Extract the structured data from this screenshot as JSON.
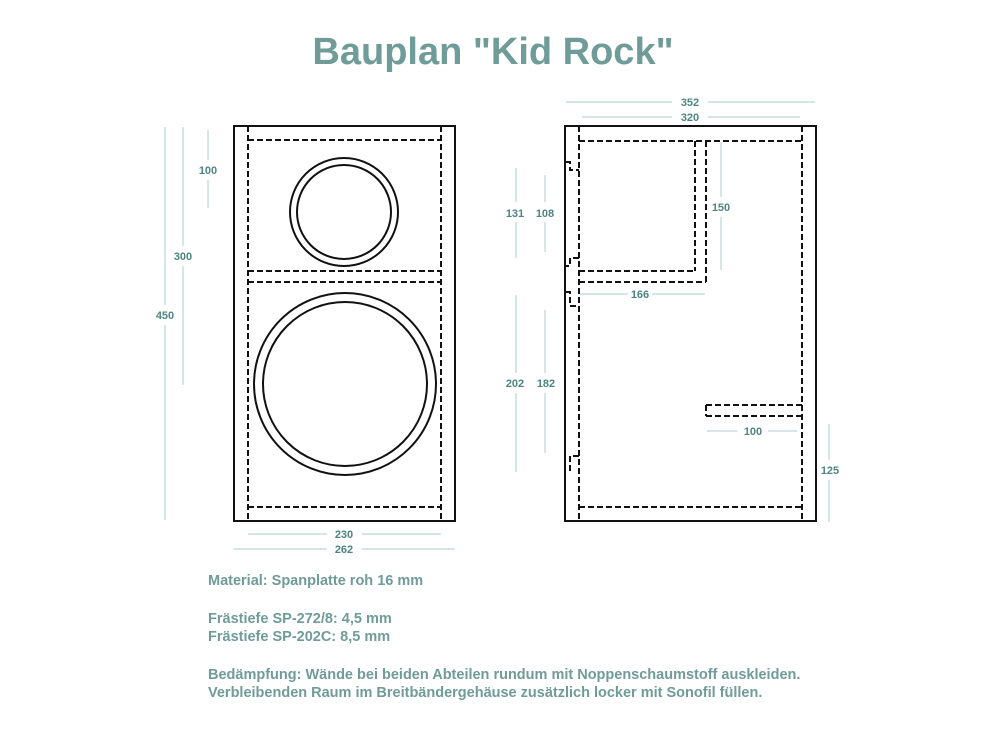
{
  "title": "Bauplan \"Kid Rock\"",
  "front_view": {
    "dimensions": {
      "d100": "100",
      "d300": "300",
      "d450": "450",
      "d230": "230",
      "d262": "262"
    }
  },
  "side_view": {
    "dimensions": {
      "d352": "352",
      "d320": "320",
      "d131": "131",
      "d108": "108",
      "d150": "150",
      "d166": "166",
      "d202": "202",
      "d182": "182",
      "d100": "100",
      "d125": "125"
    }
  },
  "notes": {
    "material": "Material: Spanplatte roh 16 mm",
    "fraestiefe_1": "Frästiefe SP-272/8: 4,5 mm",
    "fraestiefe_2": "Frästiefe SP-202C: 8,5 mm",
    "daempfung_1": "Bedämpfung: Wände bei beiden Abteilen rundum mit Noppenschaumstoff auskleiden.",
    "daempfung_2": "Verbleibenden Raum im Breitbändergehäuse zusätzlich locker mit Sonofil füllen."
  },
  "colors": {
    "text": "#6f9b98",
    "dimension_text": "#4d8583",
    "dimension_line": "#a9cccb"
  }
}
